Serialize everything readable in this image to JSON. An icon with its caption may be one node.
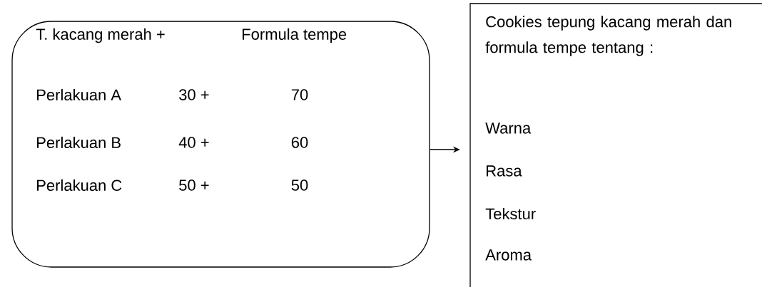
{
  "diagram": {
    "nodes": [
      {
        "text": [
          "T. kacang merah +",
          "Formula tempe",
          "Perlakuan A",
          "30 +",
          "70",
          "Perlakuan B",
          "40 +",
          "60",
          "Perlakuan C",
          "50 +",
          "50"
        ]
      },
      {
        "text": [
          "Cookies tepung kacang merah dan formula tempe tentang :",
          "Warna",
          "Rasa",
          "Tekstur",
          "Aroma"
        ]
      }
    ],
    "edges": [
      {
        "from": 0,
        "to": 1,
        "arrow": "to"
      }
    ]
  }
}
